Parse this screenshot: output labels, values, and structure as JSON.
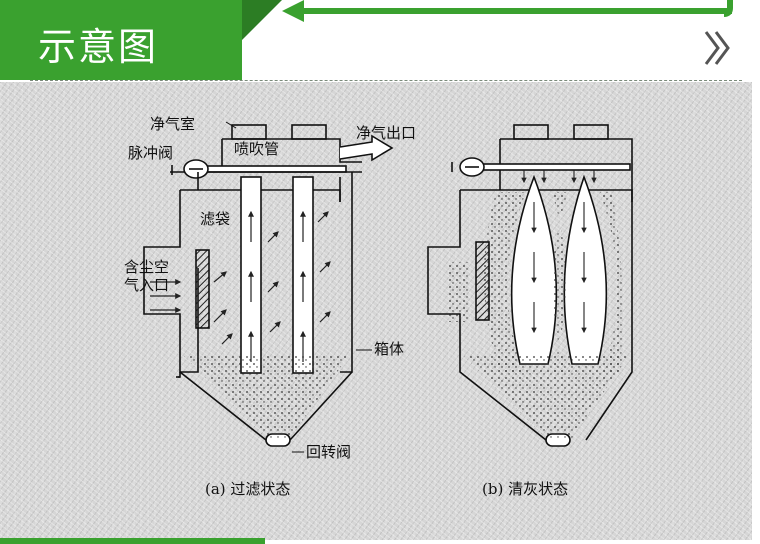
{
  "header": {
    "title": "示意图",
    "accent_color": "#3aa12f",
    "chevron_icon": "double-chevron-right-icon"
  },
  "diagram_a": {
    "label_clean_room": "净气室",
    "label_blow_pipe": "喷吹管",
    "label_clean_outlet": "净气出口",
    "label_pulse_valve": "脉冲阀",
    "label_filter_bag": "滤袋",
    "label_dusty_inlet_line1": "含尘空",
    "label_dusty_inlet_line2": "气入口",
    "label_housing": "箱体",
    "label_rotary_valve": "回转阀",
    "caption": "(a)  过滤状态"
  },
  "diagram_b": {
    "caption": "(b)  清灰状态"
  }
}
